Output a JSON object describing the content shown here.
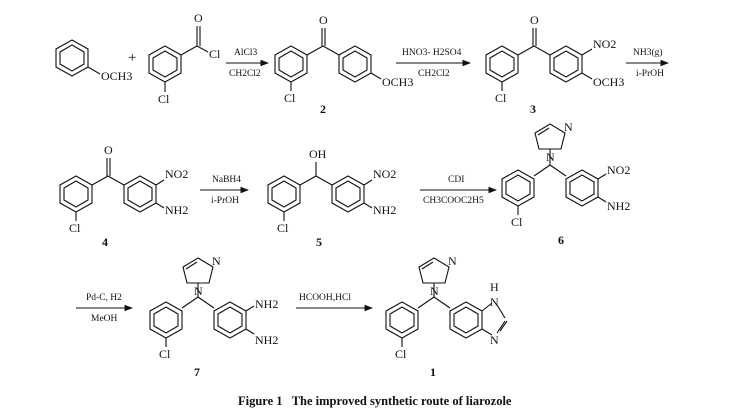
{
  "figure": {
    "caption": "Figure 1   The improved synthetic route of liarozole"
  },
  "compounds": {
    "anisole": {
      "substituent": "OCH3"
    },
    "acyl_chloride": {
      "carbonyl_o": "O",
      "cl_acyl": "Cl",
      "cl_ring": "Cl"
    },
    "c2": {
      "number": "2",
      "carbonyl_o": "O",
      "cl": "Cl",
      "sub": "OCH3"
    },
    "c3": {
      "number": "3",
      "carbonyl_o": "O",
      "cl": "Cl",
      "nitro": "NO2",
      "sub": "OCH3"
    },
    "c4": {
      "number": "4",
      "carbonyl_o": "O",
      "cl": "Cl",
      "nitro": "NO2",
      "amine": "NH2"
    },
    "c5": {
      "number": "5",
      "hydroxyl": "OH",
      "cl": "Cl",
      "nitro": "NO2",
      "amine": "NH2"
    },
    "c6": {
      "number": "6",
      "imid_n_top": "N",
      "imid_n_bottom": "N",
      "cl": "Cl",
      "nitro": "NO2",
      "amine": "NH2"
    },
    "c7": {
      "number": "7",
      "imid_n_top": "N",
      "imid_n_bottom": "N",
      "cl": "Cl",
      "amine1": "NH2",
      "amine2": "NH2"
    },
    "c1": {
      "number": "1",
      "imid_n_top": "N",
      "imid_n_bottom": "N",
      "cl": "Cl",
      "benzimid_nh": "H",
      "benzimid_n1": "N",
      "benzimid_n2": "N"
    }
  },
  "plus_sign": "+",
  "arrows": [
    {
      "id": "r1",
      "above": "AlCl3",
      "below": "CH2Cl2"
    },
    {
      "id": "r2",
      "above": "HNO3- H2SO4",
      "below": "CH2Cl2"
    },
    {
      "id": "r3",
      "above": "NH3(g)",
      "below": "i-PrOH"
    },
    {
      "id": "r4",
      "above": "NaBH4",
      "below": "i-PrOH"
    },
    {
      "id": "r5",
      "above": "CDI",
      "below": "CH3COOC2H5"
    },
    {
      "id": "r6",
      "above": "Pd-C, H2",
      "below": "MeOH"
    },
    {
      "id": "r7",
      "above": "HCOOH,HCl",
      "below": ""
    }
  ]
}
